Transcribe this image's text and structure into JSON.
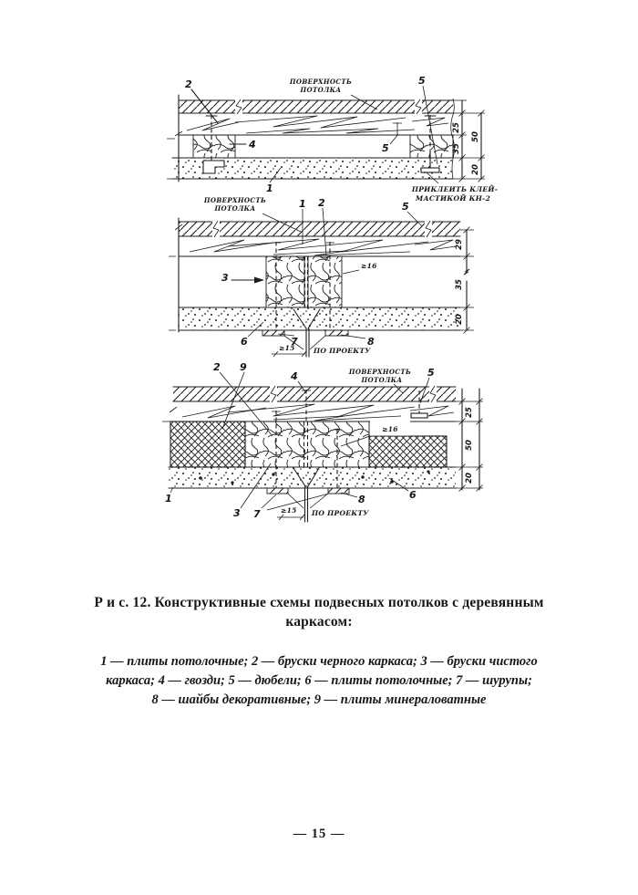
{
  "colors": {
    "paper": "#ffffff",
    "ink": "#1c1c1c"
  },
  "fig1": {
    "surface1": "ПОВЕРХНОСТЬ",
    "surface2": "ПОТОЛКА",
    "c2": "2",
    "c5top": "5",
    "c4": "4",
    "c5in": "5",
    "c1": "1",
    "d25": "25",
    "d35": "35",
    "d50": "50",
    "d20": "20",
    "note1": "ПРИКЛЕИТЬ КЛЕЙ-",
    "note2": "МАСТИКОЙ КН-2"
  },
  "fig2": {
    "surface1": "ПОВЕРХНОСТЬ",
    "surface2": "ПОТОЛКА",
    "c1": "1",
    "c2": "2",
    "c5": "5",
    "c3": "3",
    "c6": "6",
    "c7": "7",
    "c8": "8",
    "d29": "29",
    "d35": "35",
    "d20": "20",
    "min16": "≥16",
    "min15": "≥15",
    "po": "ПО ПРОЕКТУ"
  },
  "fig3": {
    "surface1": "ПОВЕРХНОСТЬ",
    "surface2": "ПОТОЛКА",
    "c2": "2",
    "c9": "9",
    "c4": "4",
    "c5": "5",
    "c1": "1",
    "c3": "3",
    "c7": "7",
    "c8": "8",
    "c6": "6",
    "d25": "25",
    "d50": "50",
    "d20": "20",
    "min16": "≥16",
    "min15": "≥15",
    "po": "ПО ПРОЕКТУ"
  },
  "caption": {
    "t1": "Р и с. 12. Конструктивные схемы подвесных потолков с деревянным",
    "t2": "каркасом:"
  },
  "legend": {
    "l1": "1 — плиты потолочные; 2 — бруски черного каркаса; 3 — бруски чистого",
    "l2": "каркаса; 4 — гвозди; 5 — дюбели; 6 — плиты потолочные; 7 — шурупы;",
    "l3": "8 — шайбы декоративные; 9 — плиты минераловатные"
  },
  "page": {
    "num": "— 15 —"
  }
}
